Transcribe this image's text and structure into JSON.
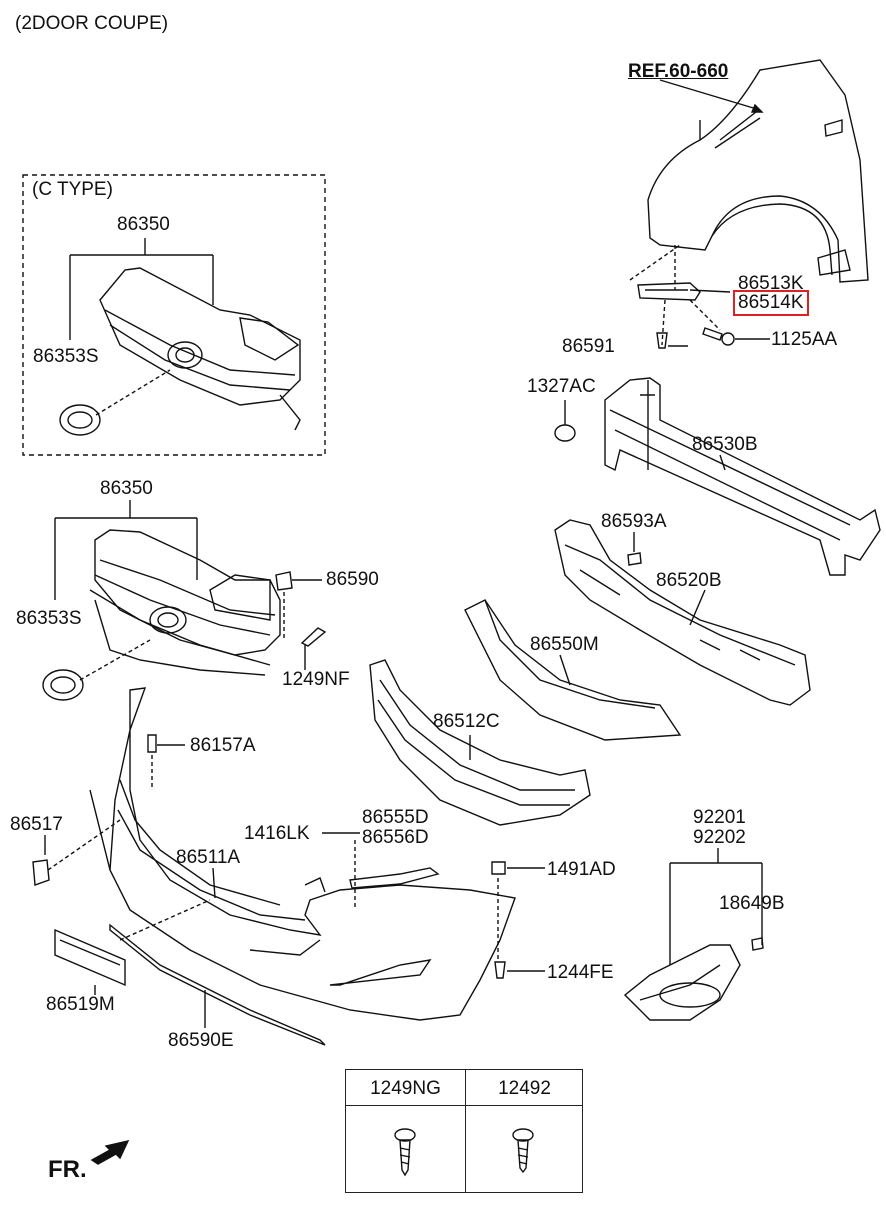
{
  "header": {
    "variant": "(2DOOR COUPE)"
  },
  "c_type_box": {
    "title": "(C TYPE)",
    "grille": "86350",
    "emblem": "86353S"
  },
  "reference": "REF.60-660",
  "parts": {
    "p86513K": "86513K",
    "p86514K": "86514K",
    "p86591": "86591",
    "p1125AA": "1125AA",
    "p1327AC": "1327AC",
    "p86530B": "86530B",
    "p86593A": "86593A",
    "p86520B": "86520B",
    "p86550M": "86550M",
    "p86350": "86350",
    "p86353S": "86353S",
    "p86590": "86590",
    "p1249NF": "1249NF",
    "p86512C": "86512C",
    "p86157A": "86157A",
    "p86517": "86517",
    "p1416LK": "1416LK",
    "p86555D": "86555D",
    "p86556D": "86556D",
    "p86511A": "86511A",
    "p1491AD": "1491AD",
    "p92201": "92201",
    "p92202": "92202",
    "p18649B": "18649B",
    "p1244FE": "1244FE",
    "p86519M": "86519M",
    "p86590E": "86590E"
  },
  "highlight_color": "#e02020",
  "screw_table": {
    "col1": "1249NG",
    "col2": "12492"
  },
  "direction_marker": "FR."
}
